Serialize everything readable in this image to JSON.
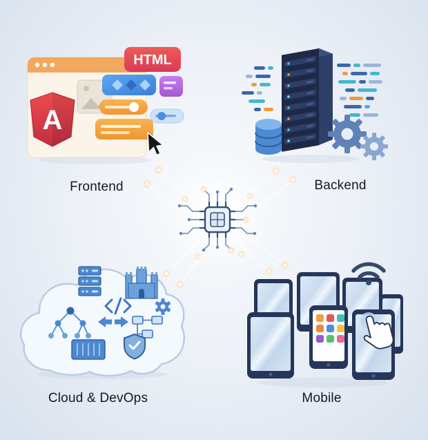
{
  "page": {
    "description": "Software development domains connected to a central processor chip"
  },
  "sections": [
    {
      "id": "frontend",
      "label": "Frontend"
    },
    {
      "id": "backend",
      "label": "Backend"
    },
    {
      "id": "cloud-devops",
      "label": "Cloud & DevOps"
    },
    {
      "id": "mobile",
      "label": "Mobile"
    }
  ],
  "illustrations": {
    "frontend": {
      "badge_label": "HTML",
      "framework_letter": "A",
      "icons": [
        "browser-window",
        "html-badge",
        "angular-logo",
        "image-placeholder",
        "diamond-pattern-card",
        "purple-list-card",
        "orange-slider",
        "blue-slider",
        "orange-text-card",
        "cursor-icon"
      ]
    },
    "backend": {
      "icons": [
        "server-tower",
        "database-icon",
        "gear-large-icon",
        "gear-small-icon",
        "code-lines"
      ]
    },
    "cloud_devops": {
      "icons": [
        "cloud-shape",
        "server-rack-icon",
        "fortress-icon",
        "code-icon",
        "network-nodes-icon",
        "sync-arrows-icon",
        "pipeline-icon",
        "container-icon",
        "shield-icon"
      ]
    },
    "mobile": {
      "icons": [
        "tablet-devices",
        "app-grid-screen",
        "wifi-icon",
        "hand-cursor-icon",
        "tap-ripple"
      ]
    },
    "center": {
      "icons": [
        "cpu-chip",
        "circuit-traces",
        "glow-dots"
      ]
    }
  },
  "palette": {
    "background_edge": "#d8e1ee",
    "background_center": "#f9fbfd",
    "label_text": "#15181f",
    "html_badge_red": "#e04b52",
    "angular_red": "#d93a44",
    "browser_cream": "#fbf4e8",
    "browser_header_orange": "#f0a95e",
    "accent_blue": "#4a90e2",
    "accent_orange": "#f2a040",
    "accent_purple": "#b468e0",
    "server_navy": "#1d2947",
    "database_blue": "#4c8ad2",
    "gear_steel_blue": "#5f82b8",
    "cloud_fill": "#f4f9fe",
    "cloud_stroke": "#b9cce3",
    "devops_blue": "#4c88d0",
    "device_frame_navy": "#26365a",
    "screen_blue": "#cfe0f1",
    "chip_outline": "#33507a",
    "trace_blue": "#6585ab",
    "glow_warm": "#ffd9a8"
  }
}
